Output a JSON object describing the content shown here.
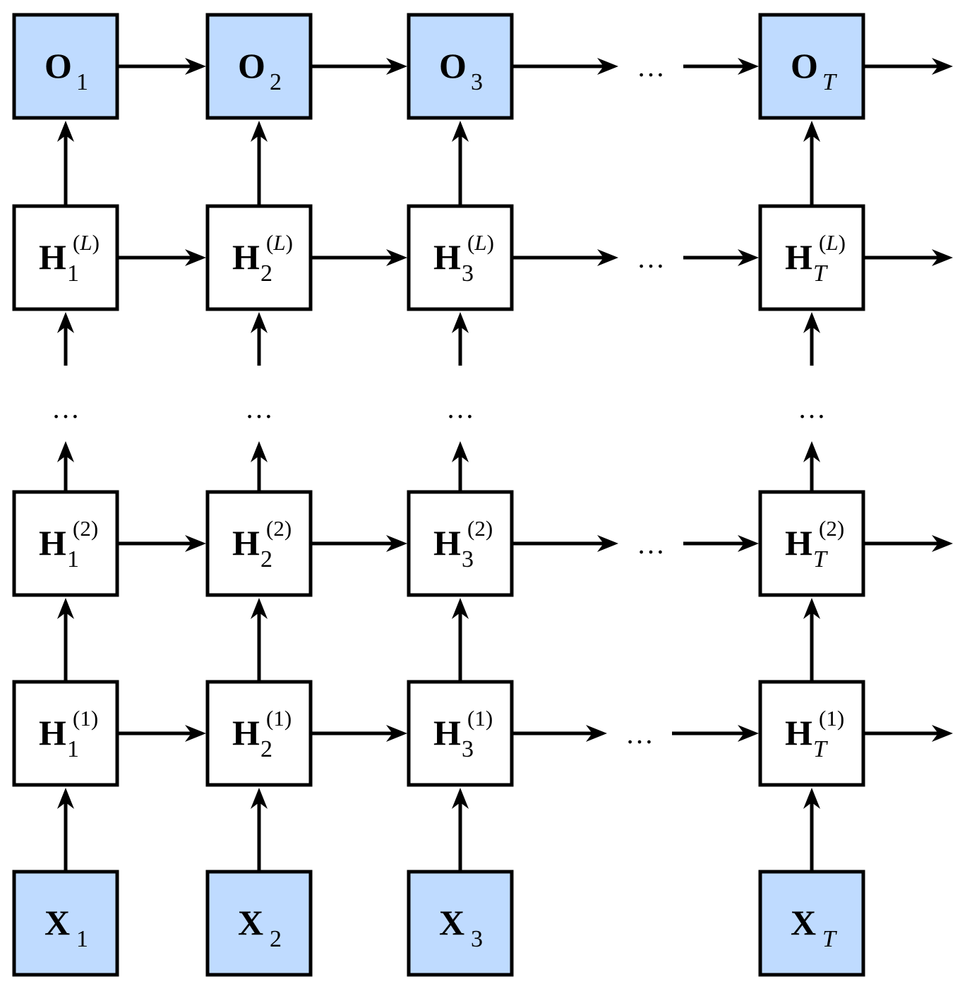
{
  "colors": {
    "io_fill": "#bfdbff",
    "hidden_fill": "#ffffff",
    "stroke": "#000000"
  },
  "ellipsis": "…",
  "columns": [
    {
      "sub": "1",
      "sub_italic": false,
      "nodes": {
        "output": {
          "main": "O",
          "sup": ""
        },
        "hidden_L": {
          "main": "H",
          "sup": "(L)",
          "sup_italic_part": "L"
        },
        "hidden_2": {
          "main": "H",
          "sup": "(2)"
        },
        "hidden_1": {
          "main": "H",
          "sup": "(1)"
        },
        "input": {
          "main": "X",
          "sup": ""
        }
      }
    },
    {
      "sub": "2",
      "sub_italic": false,
      "nodes": {
        "output": {
          "main": "O",
          "sup": ""
        },
        "hidden_L": {
          "main": "H",
          "sup": "(L)",
          "sup_italic_part": "L"
        },
        "hidden_2": {
          "main": "H",
          "sup": "(2)"
        },
        "hidden_1": {
          "main": "H",
          "sup": "(1)"
        },
        "input": {
          "main": "X",
          "sup": ""
        }
      }
    },
    {
      "sub": "3",
      "sub_italic": false,
      "nodes": {
        "output": {
          "main": "O",
          "sup": ""
        },
        "hidden_L": {
          "main": "H",
          "sup": "(L)",
          "sup_italic_part": "L"
        },
        "hidden_2": {
          "main": "H",
          "sup": "(2)"
        },
        "hidden_1": {
          "main": "H",
          "sup": "(1)"
        },
        "input": {
          "main": "X",
          "sup": ""
        }
      }
    },
    {
      "sub": "T",
      "sub_italic": true,
      "nodes": {
        "output": {
          "main": "O",
          "sup": ""
        },
        "hidden_L": {
          "main": "H",
          "sup": "(L)",
          "sup_italic_part": "L"
        },
        "hidden_2": {
          "main": "H",
          "sup": "(2)"
        },
        "hidden_1": {
          "main": "H",
          "sup": "(1)"
        },
        "input": {
          "main": "X",
          "sup": ""
        }
      }
    }
  ]
}
